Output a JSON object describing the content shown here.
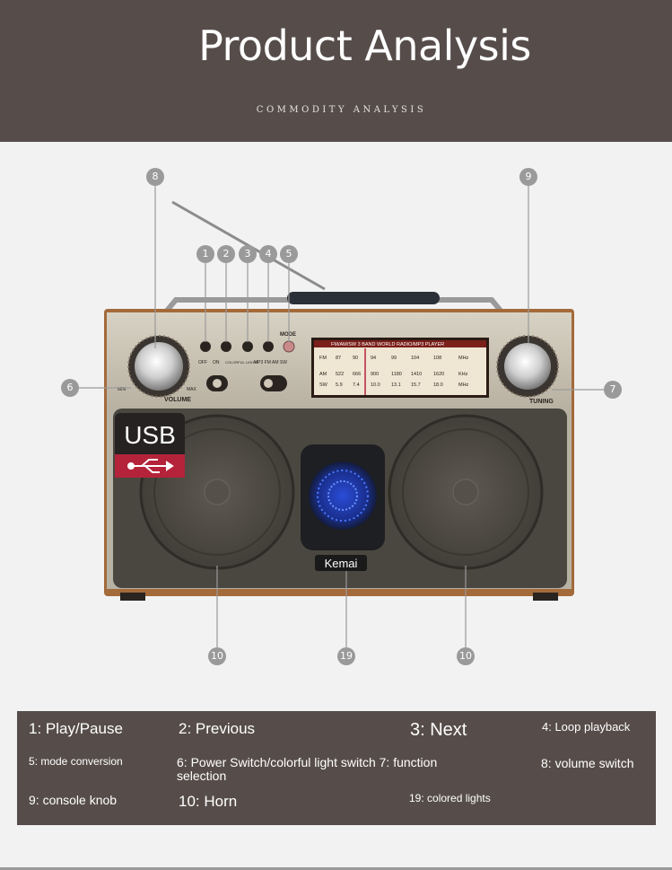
{
  "header": {
    "title": "Product Analysis",
    "subtitle": "COMMODITY ANALYSIS"
  },
  "product": {
    "badge_usb": "USB",
    "brand": "Kemai",
    "dial_title": "FM/AM/SW 3 BAND WORLD RADIO/MP3 PLAYER",
    "dial_rows": {
      "fm": [
        "FM",
        "87",
        "90",
        "94",
        "99",
        "104",
        "108",
        "MHz"
      ],
      "am": [
        "AM",
        "522",
        "666",
        "900",
        "1180",
        "1410",
        "1620",
        "KHz"
      ],
      "sw": [
        "SW",
        "5.9",
        "7.4",
        "10.0",
        "13.1",
        "15.7",
        "18.0",
        "MHz"
      ]
    },
    "labels": {
      "volume": "VOLUME",
      "tuning": "TUNING",
      "mode": "MODE",
      "off": "OFF",
      "on": "ON",
      "colorful_lights": "COLORFUL LIGHTS",
      "bands": "MP3 FM AM SW",
      "min": "MIN",
      "max": "MAX"
    },
    "callouts": {
      "c8": "8",
      "c9": "9",
      "c1": "1",
      "c2": "2",
      "c3": "3",
      "c4": "4",
      "c5": "5",
      "c6": "6",
      "c7": "7",
      "c10a": "10",
      "c19": "19",
      "c10b": "10"
    }
  },
  "legend": {
    "items": {
      "i1": "1: Play/Pause",
      "i2": "2: Previous",
      "i3": "3: Next",
      "i4": "4: Loop playback",
      "i5": "5: mode conversion",
      "i6a": "6: Power Switch/colorful light switch 7: function",
      "i6b": "selection",
      "i8": "8: volume switch",
      "i9": "9: console knob",
      "i10": "10: Horn",
      "i19": "19: colored lights"
    }
  },
  "colors": {
    "header_bg": "#564d4a",
    "page_bg": "#f2f2f2",
    "legend_bg": "#564d4a",
    "callout": "#9a9a9a",
    "wood": "#a36a3a",
    "grille": "#4a4740",
    "usb_red": "#b4233a"
  }
}
